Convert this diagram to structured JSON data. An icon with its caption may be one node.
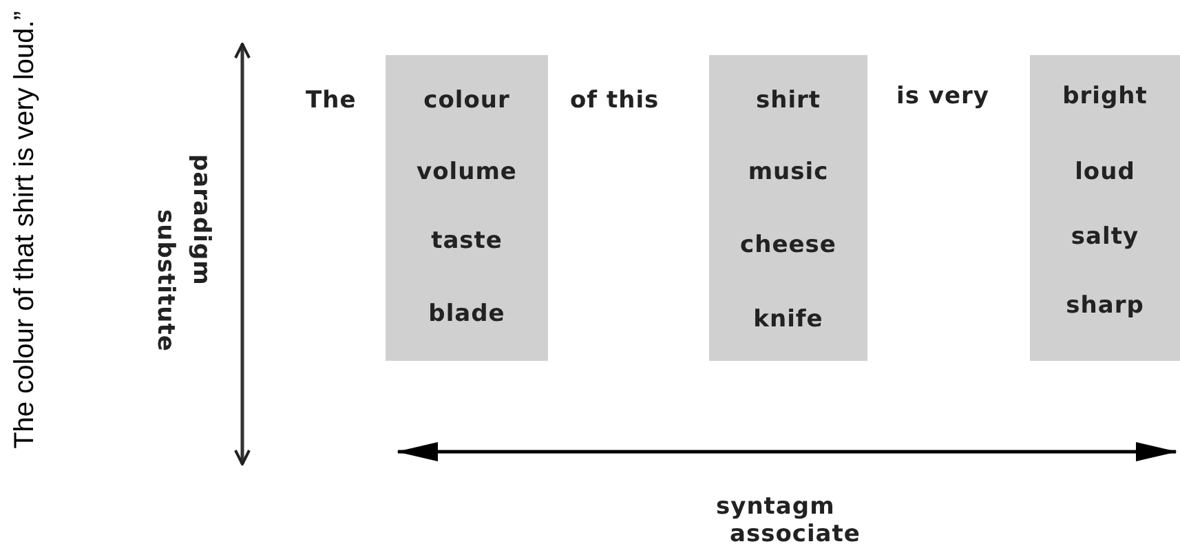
{
  "diagram": {
    "nodes": [
      {
        "text": [
          "colour",
          "volume",
          "taste",
          "blade"
        ]
      },
      {
        "text": [
          "shirt",
          "music",
          "cheese",
          "knife"
        ]
      },
      {
        "text": [
          "bright",
          "loud",
          "salty",
          "sharp"
        ]
      }
    ],
    "labels": [
      "The colour of that shirt is very loud.”",
      "paradigm",
      "substitute",
      "The",
      "of this",
      "is very",
      "syntagm",
      "associate"
    ]
  }
}
